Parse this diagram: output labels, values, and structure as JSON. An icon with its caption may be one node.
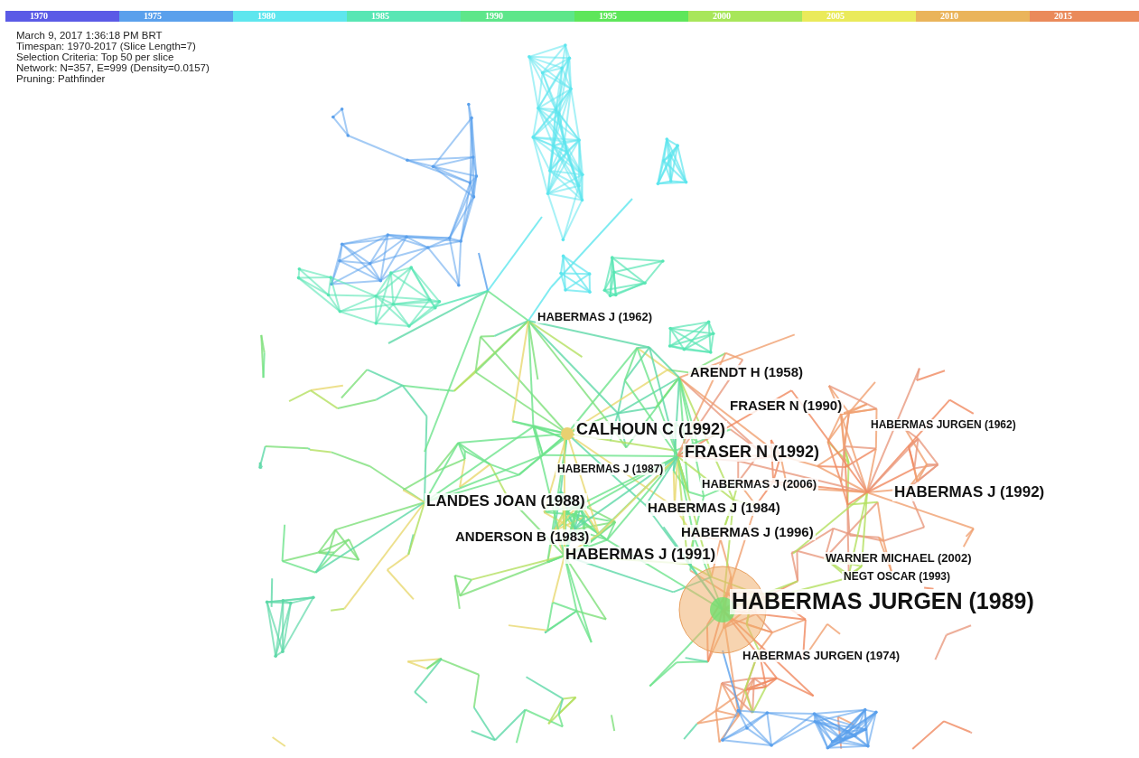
{
  "diagram": {
    "labels": [
      "March 9, 2017 1:36:18 PM BRT",
      "Timespan: 1970-2017 (Slice Length=7)",
      "Selection Criteria: Top 50 per slice",
      "Network: N=357, E=999 (Density=0.0157)",
      "Pruning: Pathfinder",
      "HABERMAS J (1962)",
      "ARENDT H (1958)",
      "FRASER N (1990)",
      "HABERMAS JURGEN (1962)",
      "CALHOUN C (1992)",
      "FRASER N (1992)",
      "HABERMAS J (1987)",
      "HABERMAS J (2006)",
      "HABERMAS J (1992)",
      "LANDES JOAN (1988)",
      "HABERMAS J (1984)",
      "HABERMAS J (1996)",
      "ANDERSON B (1983)",
      "HABERMAS J (1991)",
      "WARNER MICHAEL (2002)",
      "NEGT OSCAR (1993)",
      "HABERMAS JURGEN (1989)",
      "HABERMAS JURGEN (1974)"
    ],
    "legend": [
      {
        "text": "1970",
        "color": "#5a5ae6"
      },
      {
        "text": "1975",
        "color": "#5aa0ec"
      },
      {
        "text": "1980",
        "color": "#5ee6ee"
      },
      {
        "text": "1985",
        "color": "#58e6b4"
      },
      {
        "text": "1990",
        "color": "#5ee68a"
      },
      {
        "text": "1995",
        "color": "#5ee65a"
      },
      {
        "text": "2000",
        "color": "#a8e65a"
      },
      {
        "text": "2005",
        "color": "#eaea5a"
      },
      {
        "text": "2010",
        "color": "#eab45a"
      },
      {
        "text": "2015",
        "color": "#ea8a5a"
      }
    ]
  }
}
